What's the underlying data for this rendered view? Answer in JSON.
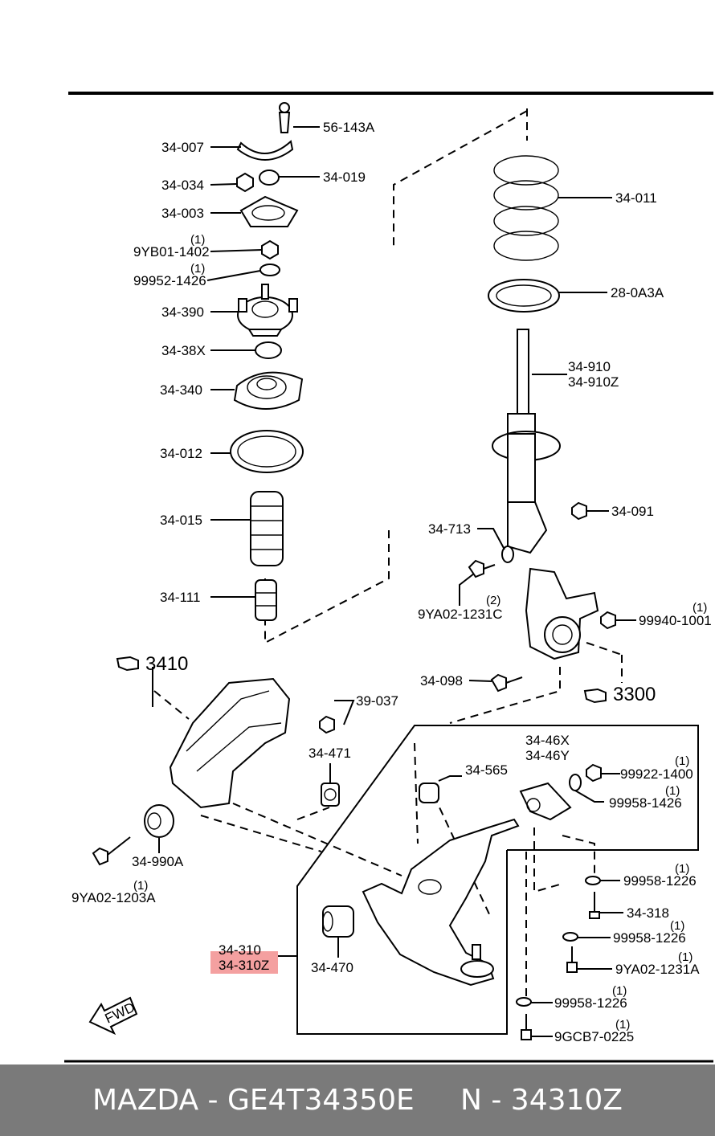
{
  "labels": {
    "l56_143a": "56-143A",
    "l34_007": "34-007",
    "l34_034": "34-034",
    "l34_019": "34-019",
    "l34_003": "34-003",
    "l34_011": "34-011",
    "l9yb01_1402": "9YB01-1402",
    "q9yb01_1402": "(1)",
    "l99952_1426": "99952-1426",
    "q99952_1426": "(1)",
    "l28_0a3a": "28-0A3A",
    "l34_390": "34-390",
    "l34_38x": "34-38X",
    "l34_910": "34-910",
    "l34_910z": "34-910Z",
    "l34_340": "34-340",
    "l34_012": "34-012",
    "l34_015": "34-015",
    "l34_091": "34-091",
    "l34_713": "34-713",
    "l9ya02_1231c": "9YA02-1231C",
    "q9ya02_1231c": "(2)",
    "l34_111": "34-111",
    "l99940_1001": "99940-1001",
    "q99940_1001": "(1)",
    "r3410": "3410",
    "l34_098": "34-098",
    "r3300": "3300",
    "l39_037": "39-037",
    "l34_46x": "34-46X",
    "l34_46y": "34-46Y",
    "l34_471": "34-471",
    "l34_565": "34-565",
    "l99922_1400": "99922-1400",
    "q99922_1400": "(1)",
    "l99958_1426": "99958-1426",
    "q99958_1426": "(1)",
    "l34_990a": "34-990A",
    "l9ya02_1203a": "9YA02-1203A",
    "q9ya02_1203a": "(1)",
    "l99958_1226a": "99958-1226",
    "q99958_1226a": "(1)",
    "l34_318": "34-318",
    "l99958_1226b": "99958-1226",
    "q99958_1226b": "(1)",
    "l34_310": "34-310",
    "l34_310z": "34-310Z",
    "l34_470": "34-470",
    "l9ya02_1231a": "9YA02-1231A",
    "q9ya02_1231a": "(1)",
    "l99958_1226c": "99958-1226",
    "q99958_1226c": "(1)",
    "l9gcb7_0225": "9GCB7-0225",
    "q9gcb7_0225": "(1)",
    "fwd": "FWD"
  },
  "highlight_color": "#f4a0a0",
  "footer": {
    "text": "MAZDA - GE4T34350E     N - 34310Z",
    "background": "#7a7a7a"
  }
}
